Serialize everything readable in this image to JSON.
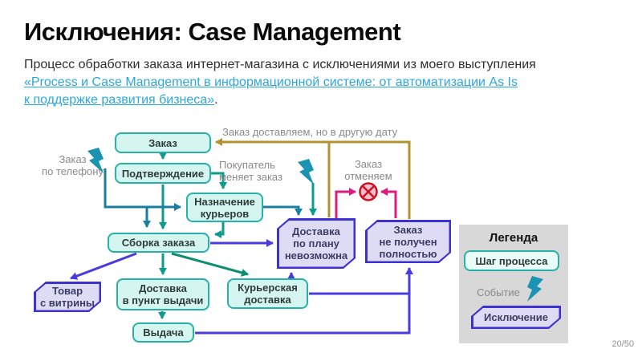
{
  "slide": {
    "title": "Исключения: Case Management",
    "intro": {
      "plain": "Процесс обработки заказа интернет-магазина с исключениями из моего выступления",
      "link_line1": "«Process и Case Management в информационной системе: от автоматизации As Is",
      "link_line2": "к поддержке развития бизнеса»",
      "suffix": "."
    },
    "page_number": "20/50"
  },
  "diagram": {
    "steps": {
      "zakaz": "Заказ",
      "podtverzhdenie": "Подтверждение",
      "naznachenie_kurierov": "Назначение\nкурьеров",
      "sborka_zakaza": "Сборка заказа",
      "dostavka_v_punkt": "Доставка\nв пункт выдачи",
      "kurierskaya_dostavka": "Курьерская\nдоставка",
      "vydacha": "Выдача"
    },
    "exceptions": {
      "tovar_s_vitriny": "Товар\nс витрины",
      "dostavka_nevozmozhna": "Доставка\nпо плану\nневозможна",
      "zakaz_ne_poluchen": "Заказ\nне получен\nполностью"
    },
    "events": {
      "zakaz_po_telefonu": "Заказ\nпо телефону",
      "pokupatel_menyaet": "Покупатель\nменяет заказ",
      "zakaz_otmenyaem": "Заказ\nотменяем",
      "drugaya_data": "Заказ доставляем, но в другую дату"
    }
  },
  "legend": {
    "title": "Легенда",
    "process_step": "Шаг процесса",
    "event": "Событие",
    "exception": "Исключение"
  },
  "colors": {
    "process_border": "#28B2A7",
    "process_fill": "#D5F6F0",
    "exception_border": "#3E31D2",
    "exception_fill": "#DEDCF5",
    "arrow_teal": "#0D9B8C",
    "arrow_steel": "#1B7EA1",
    "arrow_green": "#0C8F70",
    "arrow_blue": "#4A3BE0",
    "arrow_pink": "#DE1A7E",
    "arrow_gold": "#B3932F",
    "event_lightning": "#1B93B2",
    "cancel_red": "#CC1022",
    "link_blue": "#2BA7E0"
  }
}
